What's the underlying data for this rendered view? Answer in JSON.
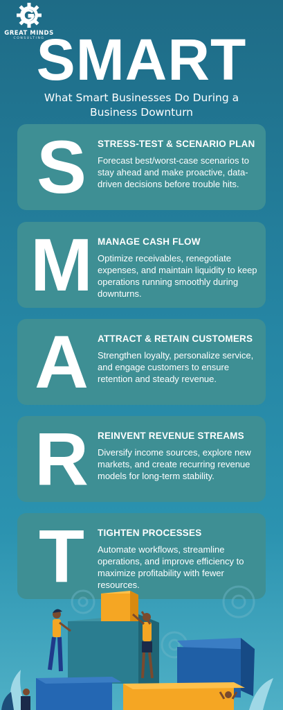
{
  "brand": {
    "name": "GREAT MINDS",
    "sub": "CONSULTING"
  },
  "header": {
    "title": "SMART",
    "subtitle": "What Smart Businesses Do During a Business Downturn"
  },
  "cards": [
    {
      "letter": "S",
      "heading": "STRESS-TEST & SCENARIO PLAN",
      "text": "Forecast best/worst-case scenarios to stay ahead and make proactive, data-driven decisions before trouble hits."
    },
    {
      "letter": "M",
      "heading": "MANAGE CASH FLOW",
      "text": "Optimize receivables, renegotiate expenses, and maintain liquidity to keep operations running smoothly during downturns."
    },
    {
      "letter": "A",
      "heading": "ATTRACT & RETAIN CUSTOMERS",
      "text": "Strengthen loyalty, personalize service, and engage customers to ensure retention and steady revenue."
    },
    {
      "letter": "R",
      "heading": "REINVENT REVENUE STREAMS",
      "text": "Diversify income sources, explore new markets, and create recurring revenue models for long-term stability."
    },
    {
      "letter": "T",
      "heading": "TIGHTEN PROCESSES",
      "text": "Automate workflows, streamline operations, and improve efficiency to maximize profitability with fewer resources."
    }
  ],
  "colors": {
    "background": "#2585a3",
    "card": "#3e8f94",
    "text": "#ffffff",
    "accent_orange": "#f5a623",
    "block_blue": "#1f5fa6"
  },
  "icons": [
    "gear-logo-icon",
    "gear-decoration-icon"
  ]
}
